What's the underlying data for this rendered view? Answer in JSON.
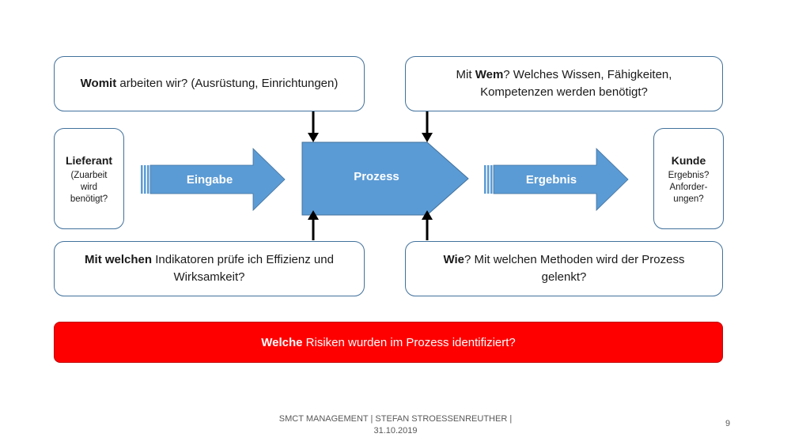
{
  "boxes": {
    "womit": {
      "bold": "Womit",
      "rest": " arbeiten wir? (Ausrüstung, Einrichtungen)"
    },
    "mitwem": {
      "pre": "Mit ",
      "bold": "Wem",
      "rest": "? Welches Wissen, Fähigkeiten,",
      "line2": "Kompetenzen werden benötigt?"
    },
    "indikatoren": {
      "bold": "Mit welchen",
      "rest": " Indikatoren prüfe ich Effizienz und",
      "line2": "Wirksamkeit?"
    },
    "wie": {
      "bold": "Wie",
      "rest": "? Mit welchen Methoden wird der Prozess",
      "line2": "gelenkt?"
    },
    "lieferant": {
      "title": "Lieferant",
      "line1": "(Zuarbeit",
      "line2": "wird",
      "line3": "benötigt?"
    },
    "kunde": {
      "title": "Kunde",
      "line1": "Ergebnis?",
      "line2": "Anforder-",
      "line3": "ungen?"
    },
    "risiken": {
      "bold": "Welche",
      "rest": " Risiken wurden im Prozess identifiziert?"
    }
  },
  "flow": {
    "eingabe": "Eingabe",
    "prozess": "Prozess",
    "ergebnis": "Ergebnis"
  },
  "colors": {
    "shape_fill": "#5b9bd5",
    "shape_stroke": "#41719c",
    "risk_fill": "#ff0000",
    "arrow": "#000000"
  },
  "footer": {
    "line1": "SMCT MANAGEMENT | STEFAN STROESSENREUTHER |",
    "line2": "31.10.2019",
    "page": "9"
  }
}
